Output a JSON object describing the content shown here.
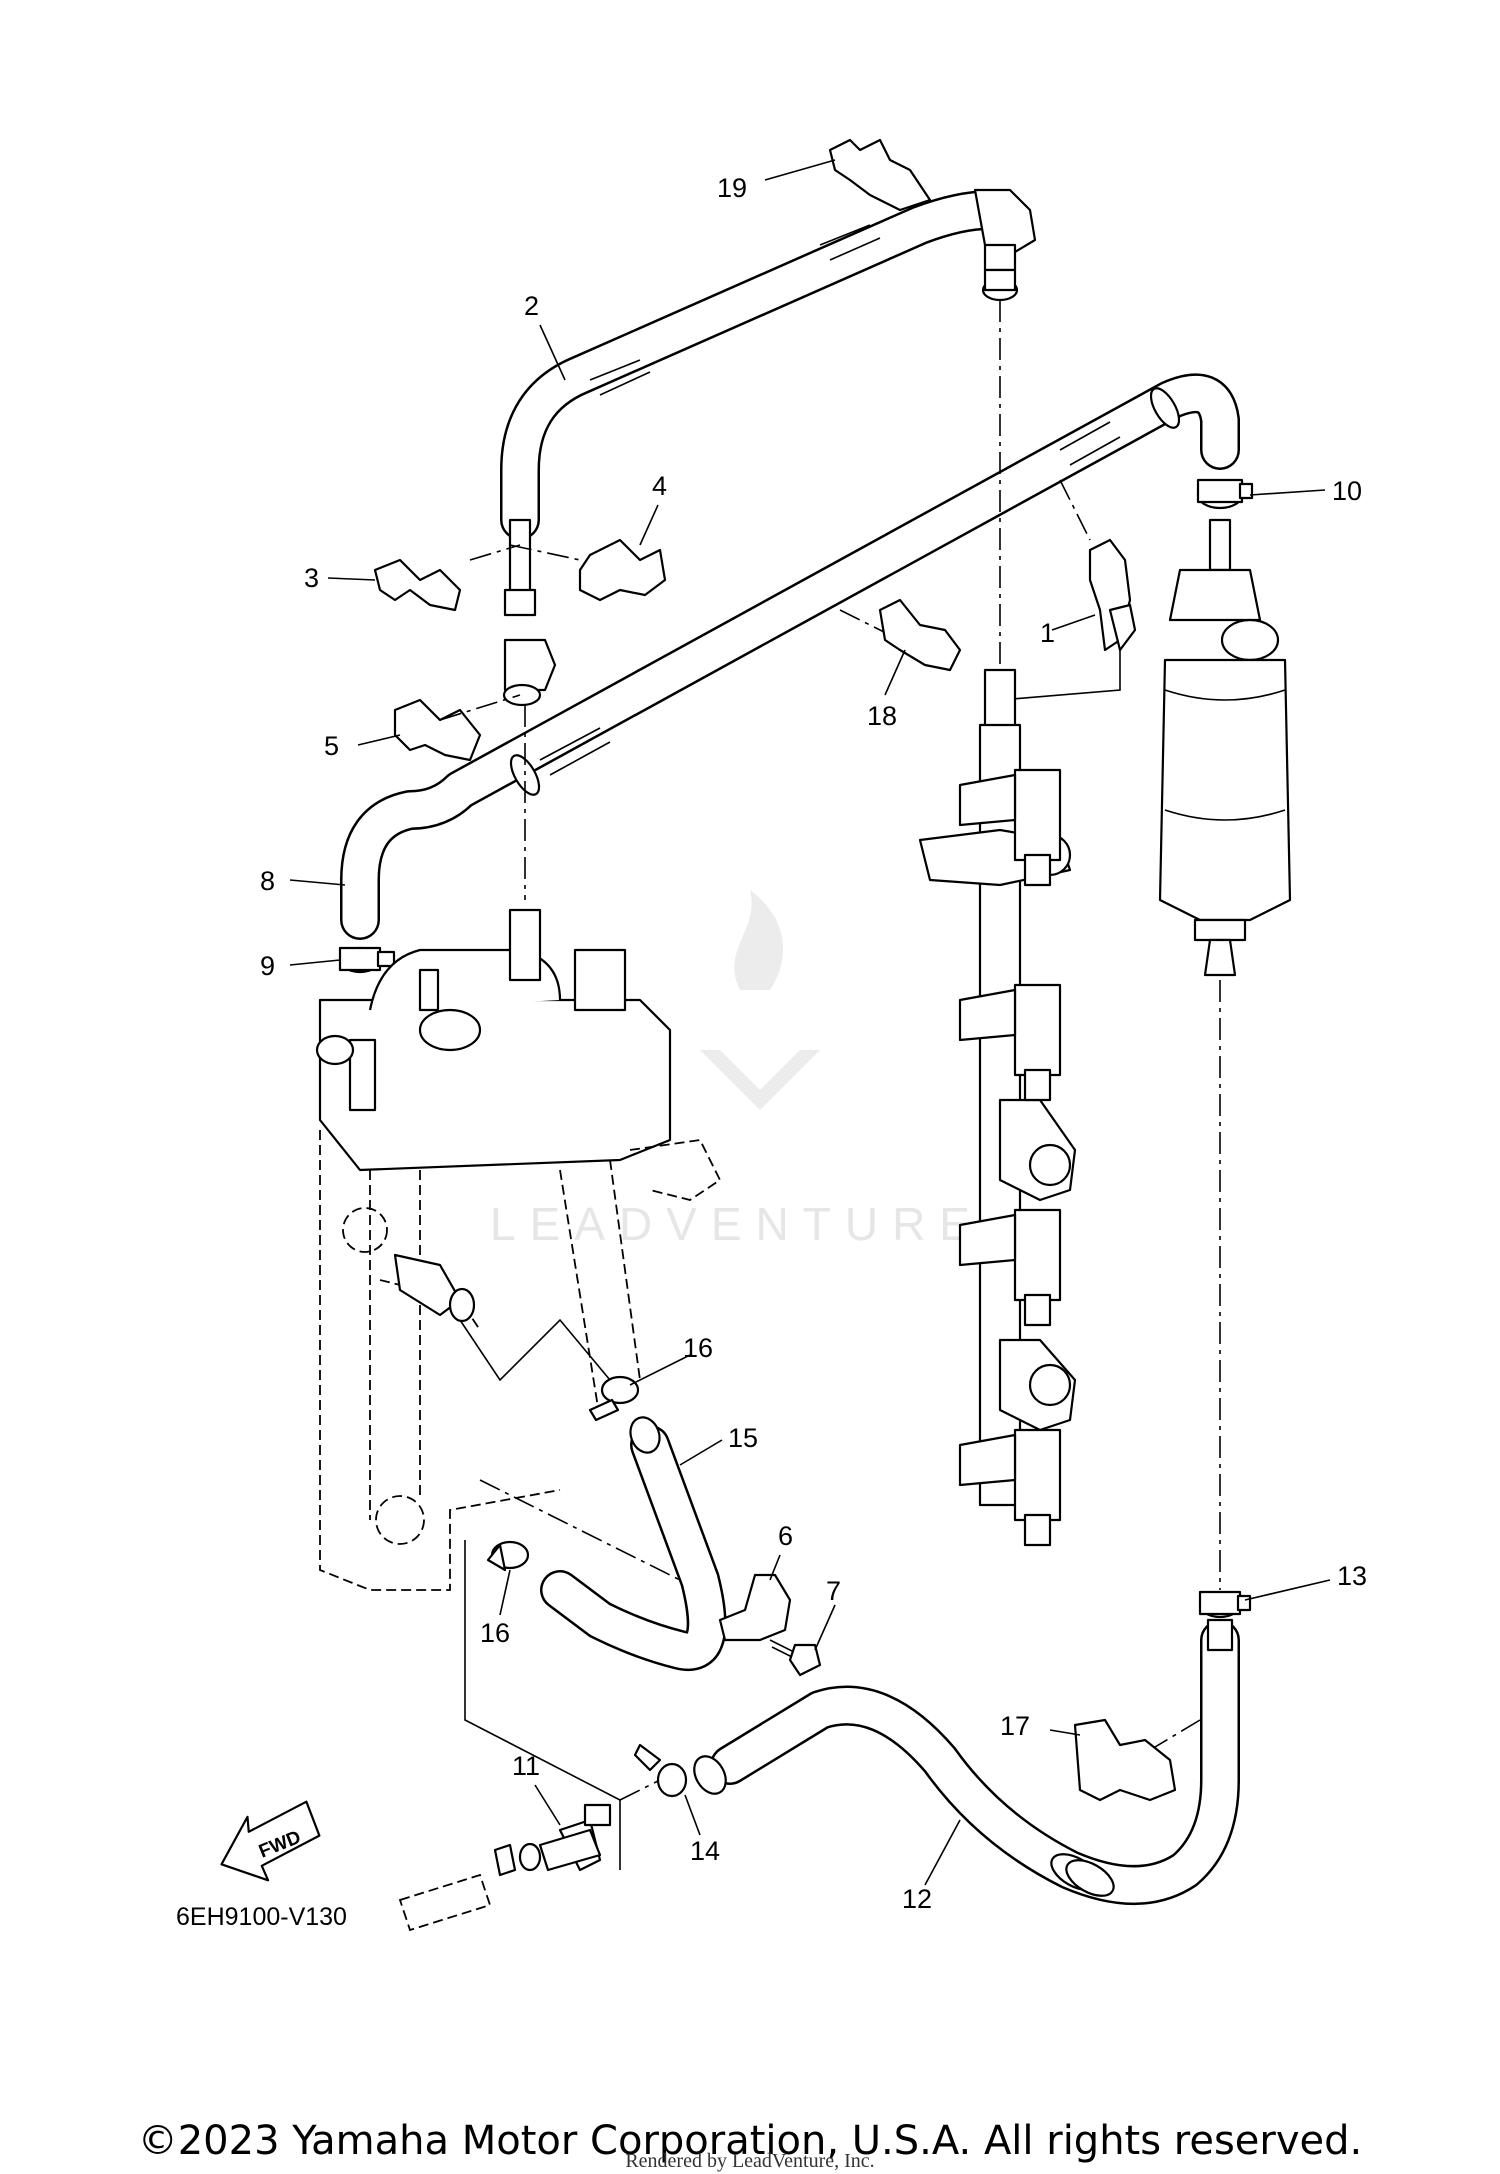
{
  "diagram": {
    "part_numbers": [
      "1",
      "2",
      "3",
      "4",
      "5",
      "6",
      "7",
      "8",
      "9",
      "10",
      "11",
      "12",
      "13",
      "14",
      "15",
      "16",
      "16",
      "17",
      "18",
      "19"
    ],
    "drawing_code": "6EH9100-V130",
    "direction_arrow_label": "FWD",
    "watermark_text": "LEADVENTURE"
  },
  "footer": {
    "copyright": "©2023 Yamaha Motor Corporation, U.S.A. All rights reserved.",
    "rendered_by": "Rendered by LeadVenture, Inc."
  }
}
